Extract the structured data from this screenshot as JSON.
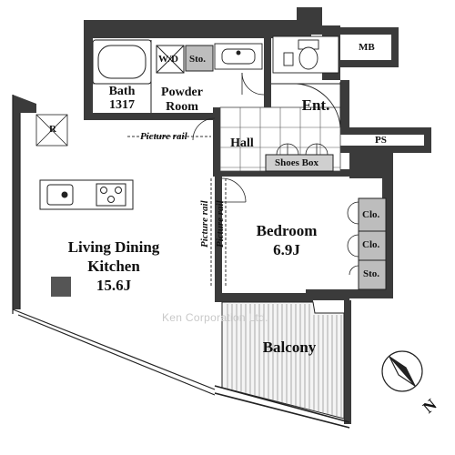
{
  "rooms": {
    "ldk_name_1": "Living Dining",
    "ldk_name_2": "Kitchen",
    "ldk_area": "15.6J",
    "bedroom_name": "Bedroom",
    "bedroom_area": "6.9J",
    "bath_name": "Bath",
    "bath_size": "1317",
    "powder_1": "Powder",
    "powder_2": "Room",
    "entrance": "Ent.",
    "hall": "Hall",
    "balcony": "Balcony"
  },
  "fixtures": {
    "wd": "W/D",
    "storage_top": "Sto.",
    "mb": "MB",
    "ps": "PS",
    "shoes_box": "Shoes Box",
    "closet_1": "Clo.",
    "closet_2": "Clo.",
    "storage_bedroom": "Sto.",
    "refrigerator": "R"
  },
  "annotations": {
    "picture_rail_1": "Picture rail",
    "picture_rail_2": "Picture rail",
    "picture_rail_3": "Picture rail"
  },
  "watermark": "Ken Corporation Ltd.",
  "compass": {
    "north": "N"
  },
  "colors": {
    "wall": "#3b3b3b",
    "storage_fill": "#bdbdbd",
    "hall_tile": "#ffffff",
    "column": "#555555"
  }
}
